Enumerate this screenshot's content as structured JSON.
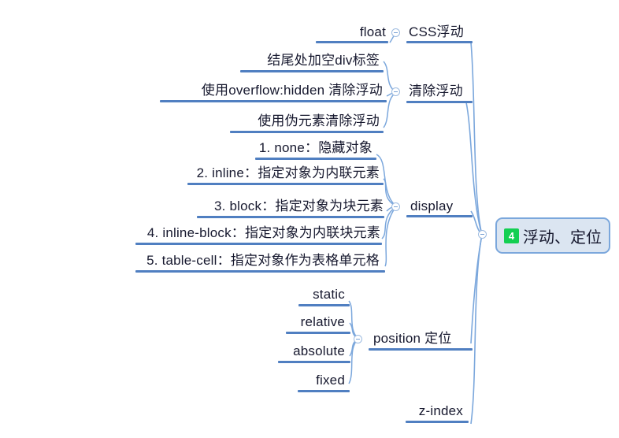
{
  "document": {
    "type": "mind-map",
    "background_color": "#ffffff",
    "accent_color": "#507fc1",
    "node_fill_color": "#dbe5f1",
    "node_border_color": "#7ba7dc",
    "badge_color": "#13cf52",
    "text_color": "#16182e"
  },
  "root": {
    "badge": "4",
    "label": "浮动、定位",
    "collapse_icon": "collapse-minus-icon"
  },
  "branches": [
    {
      "id": "css-float",
      "label": "CSS浮动",
      "collapse_icon": "collapse-minus-icon",
      "children": [
        {
          "label": "float"
        }
      ]
    },
    {
      "id": "clear-float",
      "label": "清除浮动",
      "collapse_icon": "collapse-minus-icon",
      "children": [
        {
          "label": "结尾处加空div标签"
        },
        {
          "label": "使用overflow:hidden 清除浮动"
        },
        {
          "label": "使用伪元素清除浮动"
        }
      ]
    },
    {
      "id": "display",
      "label": "display",
      "collapse_icon": "collapse-minus-icon",
      "children": [
        {
          "label": "1. none：隐藏对象"
        },
        {
          "label": "2. inline：指定对象为内联元素"
        },
        {
          "label": "3. block：指定对象为块元素"
        },
        {
          "label": "4. inline-block：指定对象为内联块元素"
        },
        {
          "label": "5. table-cell：指定对象作为表格单元格"
        }
      ]
    },
    {
      "id": "position",
      "label": "position 定位",
      "collapse_icon": "collapse-minus-icon",
      "children": [
        {
          "label": "static"
        },
        {
          "label": "relative"
        },
        {
          "label": "absolute"
        },
        {
          "label": "fixed"
        }
      ]
    },
    {
      "id": "z-index",
      "label": "z-index",
      "collapse_icon": null,
      "children": []
    }
  ]
}
